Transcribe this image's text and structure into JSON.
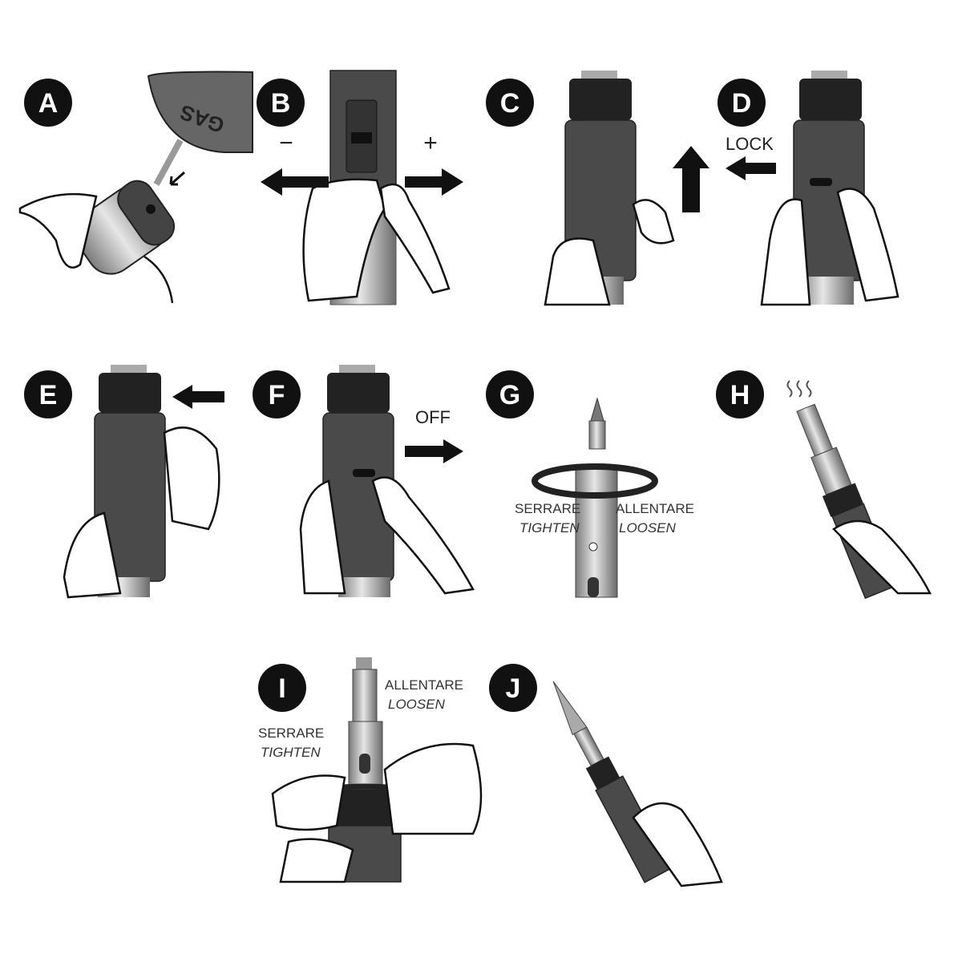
{
  "steps": [
    {
      "id": "A"
    },
    {
      "id": "B"
    },
    {
      "id": "C"
    },
    {
      "id": "D"
    },
    {
      "id": "E"
    },
    {
      "id": "F"
    },
    {
      "id": "G"
    },
    {
      "id": "H"
    },
    {
      "id": "I"
    },
    {
      "id": "J"
    }
  ],
  "labels": {
    "gas": "GAS",
    "minus": "−",
    "plus": "+",
    "lock": "LOCK",
    "off": "OFF",
    "tighten_it": "SERRARE",
    "tighten_en": "TIGHTEN",
    "loosen_it": "ALLENTARE",
    "loosen_en": "LOOSEN"
  },
  "colors": {
    "body": "#4a4a4a",
    "cap": "#222222",
    "metal": "#b9b9b9"
  }
}
